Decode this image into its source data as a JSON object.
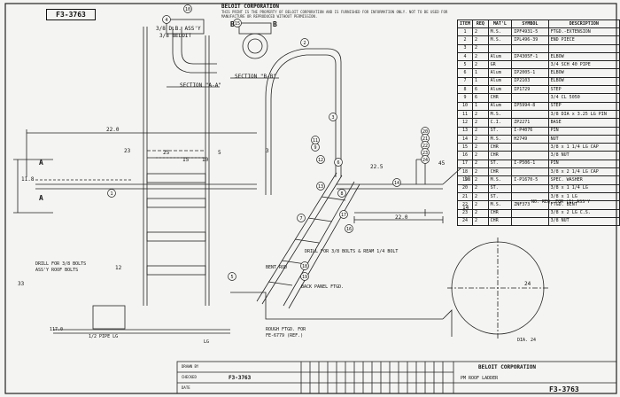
{
  "stamp": "F3-3763",
  "company": "BELOIT CORPORATION",
  "notice": "THIS PRINT IS THE PROPERTY OF BELOIT CORPORATION AND IS FURNISHED FOR INFORMATION ONLY. NOT TO BE USED FOR MANUFACTURE OR REPRODUCED WITHOUT PERMISSION.",
  "sections": {
    "a": "SECTION \"A-A\"",
    "b": "SECTION \"B-B\""
  },
  "section_marks": {
    "a1": "A",
    "a2": "A",
    "b1": "B",
    "b2": "B"
  },
  "bom": {
    "headers": [
      "ITEM",
      "REQ",
      "MAT'L",
      "SYMBOL",
      "DESCRIPTION"
    ],
    "rows": [
      [
        "1",
        "2",
        "M.S.",
        "IPF4931-5",
        "FTGD.-EXTENSION"
      ],
      [
        "2",
        "2",
        "M.S.",
        "IPL496-39",
        "END PIECE"
      ],
      [
        "3",
        "2",
        "",
        "",
        ""
      ],
      [
        "4",
        "2",
        "Alum",
        "IP4305F-1",
        "ELBOW"
      ],
      [
        "5",
        "2",
        "GR",
        "",
        "3/4 SCH 40 PIPE"
      ],
      [
        "6",
        "1",
        "Alum",
        "IP2005-1",
        "ELBOW"
      ],
      [
        "7",
        "1",
        "Alum",
        "IP2103",
        "ELBOW"
      ],
      [
        "8",
        "6",
        "Alum",
        "IP1729",
        "STEP"
      ],
      [
        "9",
        "6",
        "CHR",
        "",
        "3/4 CL 5050"
      ],
      [
        "10",
        "1",
        "Alum",
        "IP5994-8",
        "STEP"
      ],
      [
        "11",
        "2",
        "M.S.",
        "",
        "3/8 DIA x 3.25 LG PIN"
      ],
      [
        "12",
        "2",
        "C.I.",
        "ZP2271",
        "BASE"
      ],
      [
        "13",
        "2",
        "ST.",
        "I-P4076",
        "PIN"
      ],
      [
        "14",
        "2",
        "M.S.",
        "H2749",
        "NUT"
      ],
      [
        "15",
        "2",
        "CHR",
        "",
        "3/8 x 1 1/4 LG CAP"
      ],
      [
        "16",
        "2",
        "CHR",
        "",
        "3/8 NUT"
      ],
      [
        "17",
        "2",
        "ST.",
        "I-P506-1",
        "PIN"
      ],
      [
        "18",
        "2",
        "CHR",
        "",
        "3/8 x 2 1/4 LG CAP"
      ],
      [
        "19",
        "2",
        "M.S.",
        "I-P1670-5",
        "SPEC. WASHER"
      ],
      [
        "20",
        "2",
        "ST.",
        "",
        "3/8 x 1 1/4 LG"
      ],
      [
        "21",
        "2",
        "ST.",
        "",
        "3/8 x 1 LG"
      ],
      [
        "22",
        "2",
        "M.S.",
        "ZNF373",
        "FTGD. BENT"
      ],
      [
        "23",
        "2",
        "CHR",
        "",
        "3/8 x 2 LG C.S."
      ],
      [
        "24",
        "2",
        "CHR",
        "",
        "3/8 NUT"
      ]
    ],
    "note": "NO. REQ. FOR (1) ASS'Y"
  },
  "callouts": [
    "1",
    "2",
    "3",
    "4",
    "5",
    "6",
    "7",
    "8",
    "9",
    "10",
    "11",
    "12",
    "13",
    "14",
    "15",
    "16",
    "17",
    "18",
    "19",
    "20",
    "21",
    "22",
    "23",
    "24"
  ],
  "dims": {
    "d22_left": "22.0",
    "d23": "23",
    "d25": "25",
    "d15": "15",
    "d10": "10",
    "d5": "5",
    "d12": "12",
    "d3": "3",
    "d225": "22.5",
    "d45": "45",
    "d22_right": "22.0",
    "d18": "18",
    "d14": "14",
    "d24": "24",
    "d33": "33",
    "d118": "11.8",
    "dia": "DIA. 24"
  },
  "notes": {
    "n1": "3/8 D.B. ASS'Y",
    "n2": "3/8 BELOIT",
    "n3": "DRILL FOR 3/8 BOLTS",
    "n4": "ASS'Y ROOF BOLTS",
    "n5": "DRILL FOR 3/8 BOLTS & REAM 1/4 BOLT",
    "n6": "BACK PANEL FTGD.",
    "n7": "ROUGH FTGD. FOR",
    "n8": "FE-6779 (REF.)",
    "n9": "1/2 PIPE LG",
    "n10": "BENT ROD",
    "n11": "117.0",
    "n12": "LG"
  },
  "titleblock": {
    "company": "BELOIT CORPORATION",
    "title": "PM ROOF LADDER",
    "number": "F3-3763",
    "drawn": "DRAWN BY",
    "checked": "CHECKED",
    "date": "DATE"
  }
}
